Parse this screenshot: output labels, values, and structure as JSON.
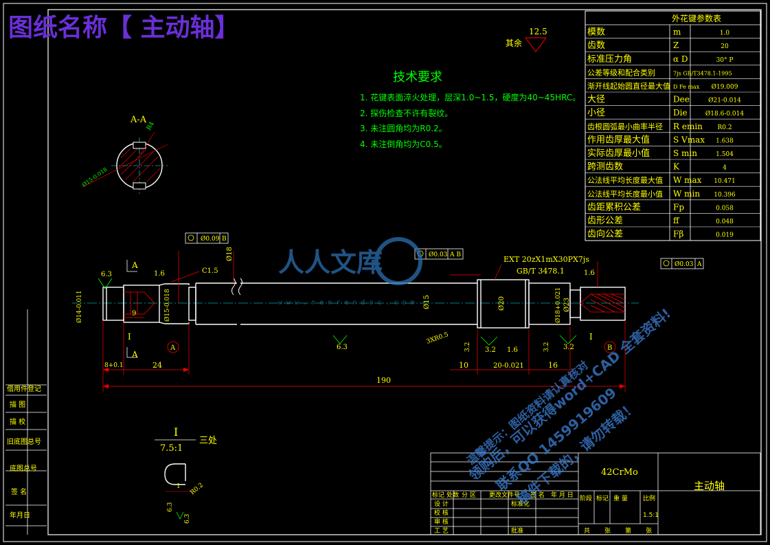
{
  "header": {
    "title": "图纸名称【 主动轴】"
  },
  "tech": {
    "heading": "技术要求",
    "items": [
      "1. 花键表面淬火处理，层深1.0~1.5，硬度为40~45HRC。",
      "2. 探伤检查不许有裂纹。",
      "3. 未注圆角均为R0.2。",
      "4. 未注倒角均为C0.5。"
    ]
  },
  "roughness": {
    "rest_label": "其余",
    "value": "12.5"
  },
  "spline_table": {
    "title": "外花键参数表",
    "rows": [
      {
        "name": "模数",
        "sym": "m",
        "val": "1.0"
      },
      {
        "name": "齿数",
        "sym": "Z",
        "val": "20"
      },
      {
        "name": "标准压力角",
        "sym": "α D",
        "val": "30° P"
      },
      {
        "name": "公差等级和配合类别",
        "sym": "7js GB/T3478.1-1995",
        "val": ""
      },
      {
        "name": "渐开线起始圆直径最大值",
        "sym": "D Fe max",
        "val": "Ø19.009"
      },
      {
        "name": "大径",
        "sym": "Dee",
        "val": "Ø21-0.014"
      },
      {
        "name": "小径",
        "sym": "Die",
        "val": "Ø18.6-0.014"
      },
      {
        "name": "齿根圆弧最小曲率半径",
        "sym": "R emin",
        "val": "R0.2"
      },
      {
        "name": "作用齿厚最大值",
        "sym": "S Vmax",
        "val": "1.638"
      },
      {
        "name": "实际齿厚最小值",
        "sym": "S min",
        "val": "1.504"
      },
      {
        "name": "跨测齿数",
        "sym": "K",
        "val": "4"
      },
      {
        "name": "公法线平均长度最大值",
        "sym": "W max",
        "val": "10.471"
      },
      {
        "name": "公法线平均长度最小值",
        "sym": "W min",
        "val": "10.396"
      },
      {
        "name": "齿距累积公差",
        "sym": "Fp",
        "val": "0.058"
      },
      {
        "name": "齿形公差",
        "sym": "ff",
        "val": "0.048"
      },
      {
        "name": "齿向公差",
        "sym": "Fβ",
        "val": "0.019"
      }
    ]
  },
  "section": {
    "label": "A-A",
    "r": "R4",
    "dia": "Ø15-0.018"
  },
  "detail": {
    "label": "I",
    "scale": "7.5:1",
    "count": "三处",
    "dim1": "1",
    "r": "R0.2",
    "rough1": "6.3",
    "rough2": "6.3"
  },
  "dims": {
    "total": "190",
    "d24": "24",
    "d9": "9",
    "d8": "8+0.1",
    "d14": "Ø14-0.011",
    "d15": "Ø15-0.018",
    "d15b": "Ø15",
    "d20": "Ø20",
    "d18": "Ø18+0.021",
    "d23": "Ø23",
    "d10": "10",
    "d20len": "20-0.021",
    "d16": "16",
    "d1_6a": "1.6",
    "d1_6b": "1.6",
    "d1_6c": "1.6",
    "d18top": "Ø18",
    "c15": "C1.5",
    "r3": "3XR0.5",
    "r63a": "6.3",
    "r63b": "6.3",
    "r32": [
      "3.2",
      "3.2",
      "3.2",
      "3.2"
    ]
  },
  "gdt": {
    "g1": {
      "val": "Ø0.09",
      "ref": "B"
    },
    "g2": {
      "val": "Ø0.03",
      "ref": "A B"
    },
    "g3": {
      "val": "Ø0.03",
      "ref": "A"
    }
  },
  "spline_callout": {
    "line1": "EXT 20zX1mX30PX7js",
    "line2": "GB/T 3478.1"
  },
  "markers": {
    "a": "A",
    "b": "B",
    "i": "I"
  },
  "side_table": [
    "借用件登记",
    "描 图",
    "描 校",
    "旧底图总号",
    "底图总号",
    "签 名",
    "年月日"
  ],
  "title_block": {
    "material": "42CrMo",
    "part_name": "主动轴",
    "labels": [
      "标记",
      "处数",
      "分 区",
      "更改文件号",
      "签 名",
      "年 月 日"
    ],
    "rows": [
      "设 计",
      "校 核",
      "审 核",
      "工 艺"
    ],
    "std": "标准化",
    "approve": "批准",
    "stage": "阶段",
    "mark": "标记",
    "weight": "重 量",
    "ratio": "比例",
    "ratio_val": "1.5:1",
    "total": "共",
    "sheet": "张",
    "page": "第",
    "page2": "张"
  },
  "watermark": {
    "site": "人人文库",
    "url": "w w w . r e n r e n d o c . c o m",
    "lines": [
      "领购后，可以获得word+CAD 全套资料!",
      "联系QQ 1459919609",
      "稿件下载的，请勿转载！",
      "温馨提示：图纸资料请认真核对"
    ]
  }
}
